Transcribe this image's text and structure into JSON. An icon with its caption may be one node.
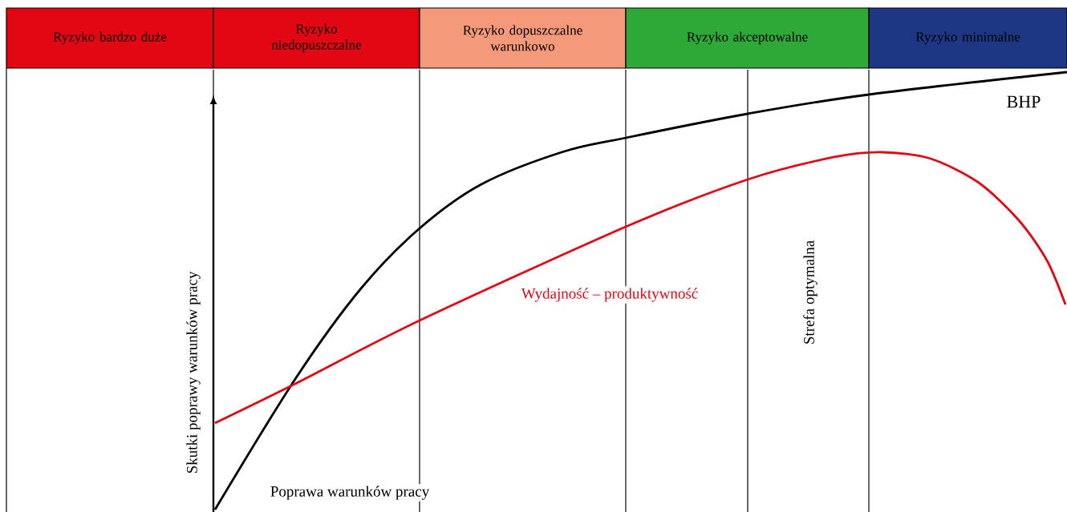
{
  "diagram": {
    "nodes": [
      {
        "text": [
          "Ryzyko bardzo duże"
        ]
      },
      {
        "text": [
          "Ryzyko niedopuszczalne"
        ]
      },
      {
        "text": [
          "Ryzyko dopuszczalne warunkowo"
        ]
      },
      {
        "text": [
          "Ryzyko akceptowalne"
        ]
      },
      {
        "text": [
          "Ryzyko minimalne"
        ]
      }
    ],
    "labels": [
      "BHP",
      "Wydajność – produktywność",
      "Strefa optymalna",
      "Skutki poprawy warunków pracy",
      "Poprawa warunków pracy"
    ]
  }
}
